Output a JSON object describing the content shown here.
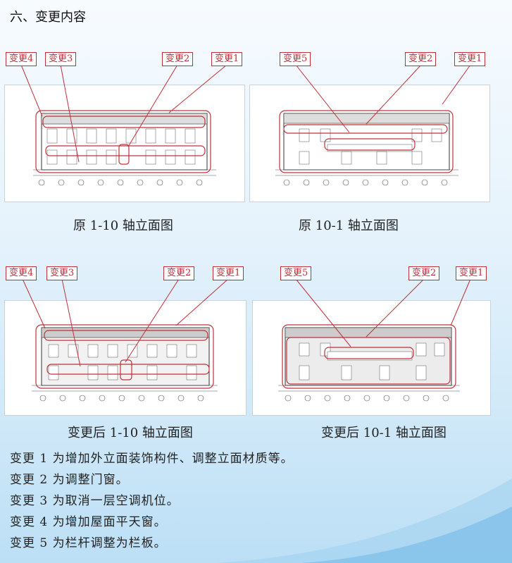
{
  "section_title": "六、变更内容",
  "top_left": {
    "caption": "原 1-10 轴立面图",
    "tags": [
      "变更4",
      "变更3",
      "变更2",
      "变更1"
    ]
  },
  "top_right": {
    "caption": "原 10-1 轴立面图",
    "tags": [
      "变更5",
      "变更2",
      "变更1"
    ]
  },
  "bottom_left": {
    "caption": "变更后 1-10 轴立面图",
    "tags": [
      "变更4",
      "变更3",
      "变更2",
      "变更1"
    ]
  },
  "bottom_right": {
    "caption": "变更后 10-1 轴立面图",
    "tags": [
      "变更5",
      "变更2",
      "变更1"
    ]
  },
  "notes": [
    "变更 1 为增加外立面装饰构件、调整立面材质等。",
    "变更 2 为调整门窗。",
    "变更 3 为取消一层空调机位。",
    "变更 4 为增加屋面平天窗。",
    "变更 5 为栏杆调整为栏板。"
  ],
  "colors": {
    "tag_red": "#c0303a",
    "drawing_line": "#333333"
  }
}
